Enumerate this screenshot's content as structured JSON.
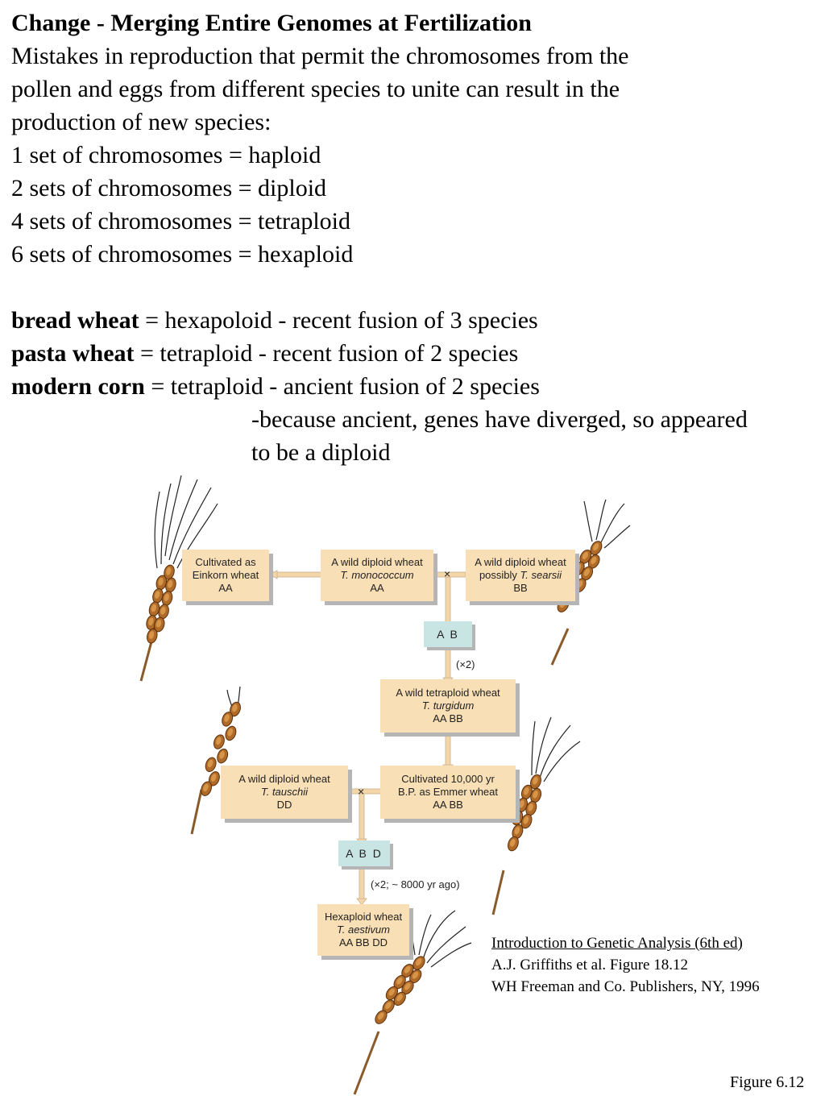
{
  "heading": "Change - Merging Entire Genomes at Fertilization",
  "intro": [
    "Mistakes in reproduction that permit the chromosomes from the",
    "pollen and eggs from different species to unite can result in the",
    "production of new species:"
  ],
  "ploidy": [
    "1 set of chromosomes = haploid",
    "2 sets of chromosomes = diploid",
    "4 sets of chromosomes = tetraploid",
    "6 sets of chromosomes = hexaploid"
  ],
  "examples": [
    {
      "term": "bread wheat",
      "desc": " = hexapoloid - recent fusion of  3 species"
    },
    {
      "term": "pasta wheat",
      "desc": " = tetraploid - recent fusion of  2 species"
    },
    {
      "term": "modern corn",
      "desc": " = tetraploid - ancient fusion of 2 species"
    }
  ],
  "corn_note": [
    "-because ancient, genes have diverged, so appeared",
    " to be a diploid"
  ],
  "diagram": {
    "einkorn": {
      "l1": "Cultivated as",
      "l2": "Einkorn wheat",
      "l3": "AA"
    },
    "monococcum": {
      "l1": "A wild diploid wheat",
      "l2": "T. monococcum",
      "l3": "AA"
    },
    "searsii": {
      "l1": "A wild diploid wheat",
      "l2a": "possibly ",
      "l2b": "T. searsii",
      "l3": "BB"
    },
    "ab": "A B",
    "x2_first": "(×2)",
    "turgidum": {
      "l1": "A wild tetraploid wheat",
      "l2": "T. turgidum",
      "l3": "AA BB"
    },
    "tauschii": {
      "l1": "A wild diploid wheat",
      "l2": "T. tauschii",
      "l3": "DD"
    },
    "emmer": {
      "l1": "Cultivated 10,000 yr",
      "l2": "B.P. as Emmer wheat",
      "l3": "AA BB"
    },
    "abd": "A B D",
    "x2_second": "(×2; ~ 8000 yr ago)",
    "aestivum": {
      "l1": "Hexaploid wheat",
      "l2": "T. aestivum",
      "l3": "AA BB DD"
    },
    "cross_symbol": "×"
  },
  "citation": {
    "title": "Introduction to Genetic Analysis (6th ed)",
    "authors": "A.J. Griffiths et al.  Figure 18.12",
    "publisher": "WH Freeman and Co. Publishers, NY, 1996"
  },
  "figure_label": "Figure 6.12",
  "colors": {
    "box_fill": "#f9dfb6",
    "genome_fill": "#c8e5e4",
    "connector": "#f4d6a8",
    "wheat": "#b06a28"
  }
}
